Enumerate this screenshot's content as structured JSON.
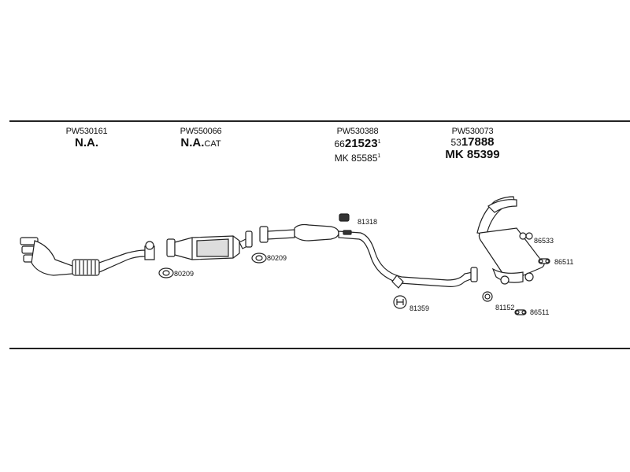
{
  "columns": [
    {
      "code": "PW530161",
      "main": "N.A.",
      "suffix": ""
    },
    {
      "code": "PW550066",
      "main": "N.A.",
      "suffix": "CAT"
    },
    {
      "code": "PW530388",
      "ref1_prefix": "66",
      "ref1_main": "21523",
      "ref1_sup": "1",
      "ref2": "MK 85585",
      "ref2_sup": "1"
    },
    {
      "code": "PW530073",
      "ref1_prefix": "53",
      "ref1_main": "17888",
      "ref2": "MK 85399"
    }
  ],
  "parts": {
    "gasket_1": "80209",
    "gasket_2": "80209",
    "mount_top": "81318",
    "hanger_bottom": "81359",
    "clamp_rear": "81152",
    "bracket_a": "86533",
    "bracket_b": "86511",
    "bracket_c": "86511"
  }
}
